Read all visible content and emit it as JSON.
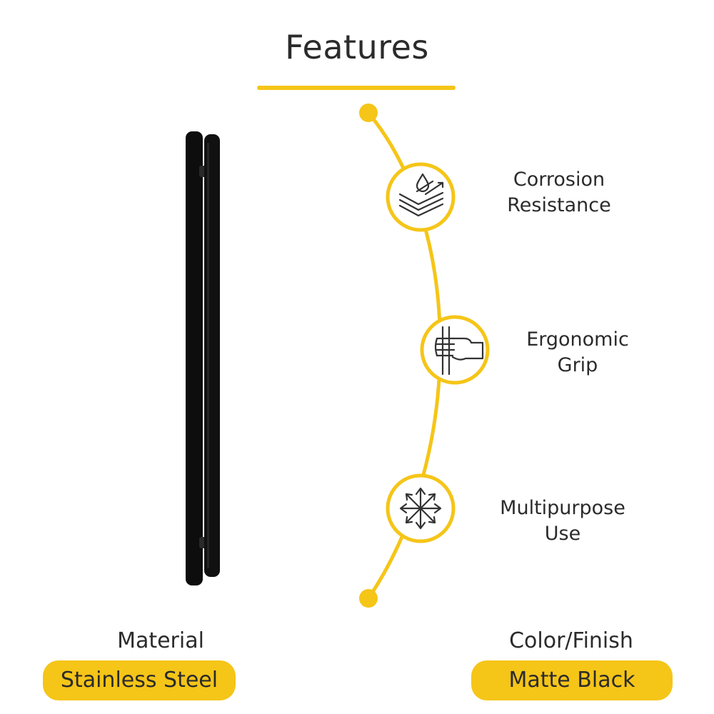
{
  "header": {
    "title": "Features"
  },
  "colors": {
    "accent": "#f5c518",
    "ink": "#2b2b2b",
    "product": "#0d0d0d"
  },
  "features": [
    {
      "line1": "Corrosion",
      "line2": "Resistance",
      "icon": "corrosion-resistance-icon"
    },
    {
      "line1": "Ergonomic",
      "line2": "Grip",
      "icon": "hand-grip-icon"
    },
    {
      "line1": "Multipurpose",
      "line2": "Use",
      "icon": "multidirectional-arrows-icon"
    }
  ],
  "specs": {
    "material": {
      "label": "Material",
      "value": "Stainless Steel"
    },
    "finish": {
      "label": "Color/Finish",
      "value": "Matte Black"
    }
  },
  "product": {
    "name": "pull-handle-image"
  }
}
